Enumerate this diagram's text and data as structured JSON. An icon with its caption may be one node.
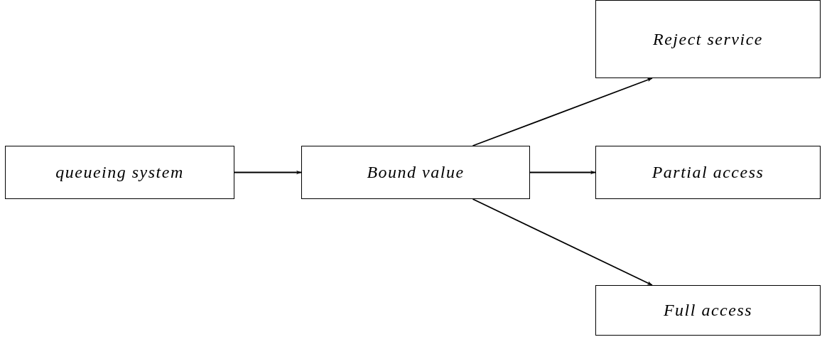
{
  "diagram": {
    "nodes": [
      {
        "text": [
          "queueing system"
        ]
      },
      {
        "text": [
          "Bound value"
        ]
      },
      {
        "text": [
          "Reject service"
        ]
      },
      {
        "text": [
          "Partial access"
        ]
      },
      {
        "text": [
          "Full access"
        ]
      }
    ],
    "edges": [
      {
        "from": 0,
        "to": 1,
        "arrow": "to"
      },
      {
        "from": 1,
        "to": 2,
        "arrow": "to"
      },
      {
        "from": 1,
        "to": 3,
        "arrow": "to"
      },
      {
        "from": 1,
        "to": 4,
        "arrow": "to"
      }
    ]
  }
}
